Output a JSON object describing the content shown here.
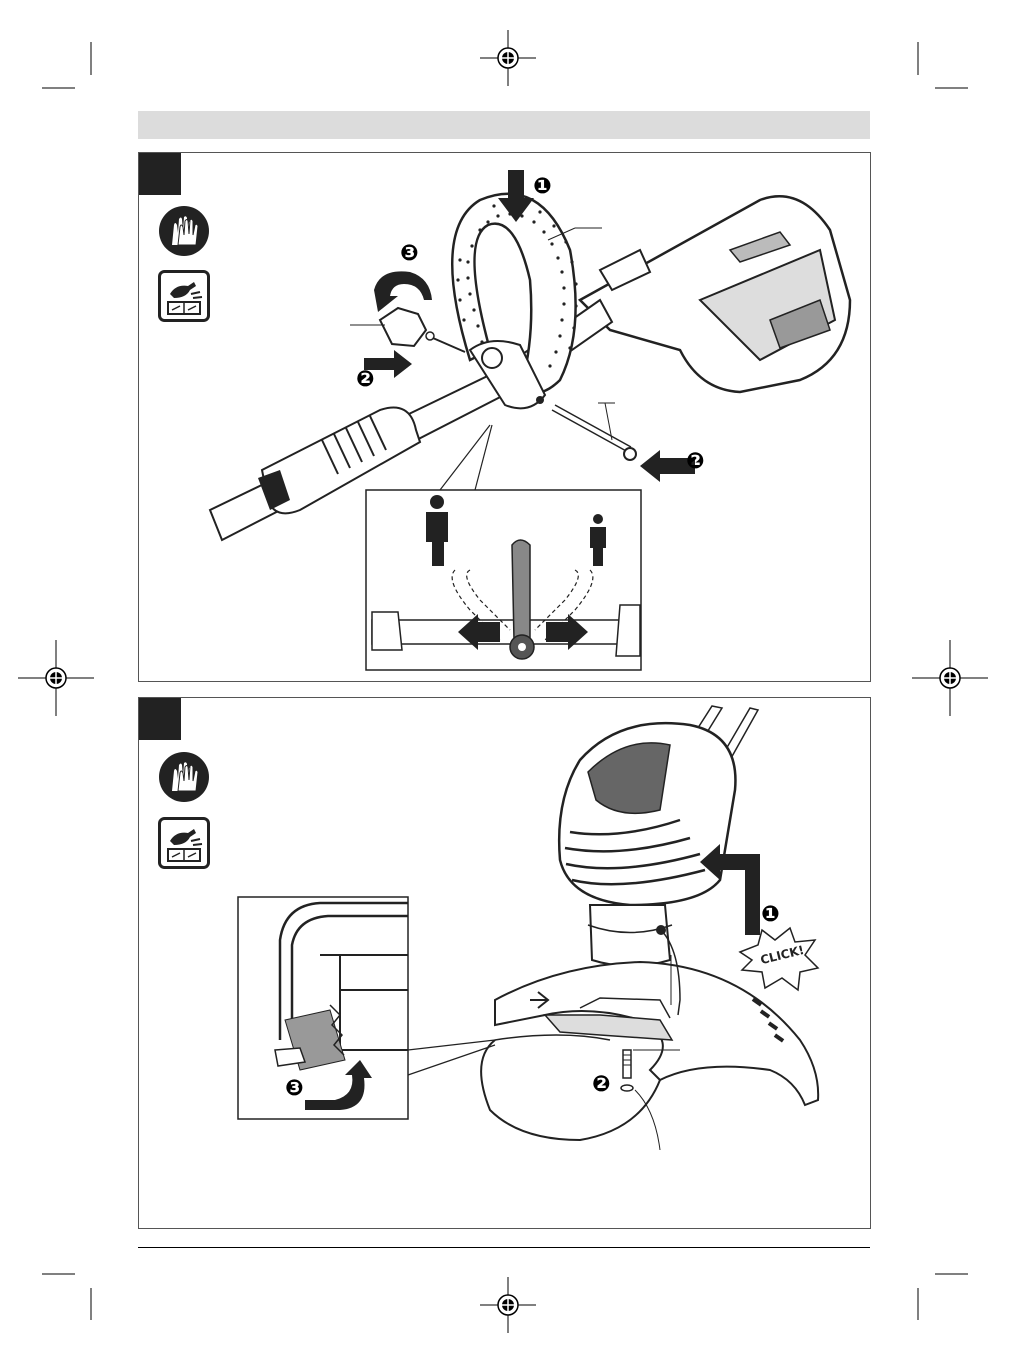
{
  "steps": {
    "rotate": "❸",
    "push": "❷",
    "press": "❶"
  },
  "click_label": "CLICK!",
  "icons": {
    "gloves": "gloves-icon",
    "manual": "read-manual-icon",
    "registration": "registration-mark-icon"
  },
  "colors": {
    "band": "#dcdcdc",
    "ink": "#222222",
    "frame": "#555555"
  }
}
